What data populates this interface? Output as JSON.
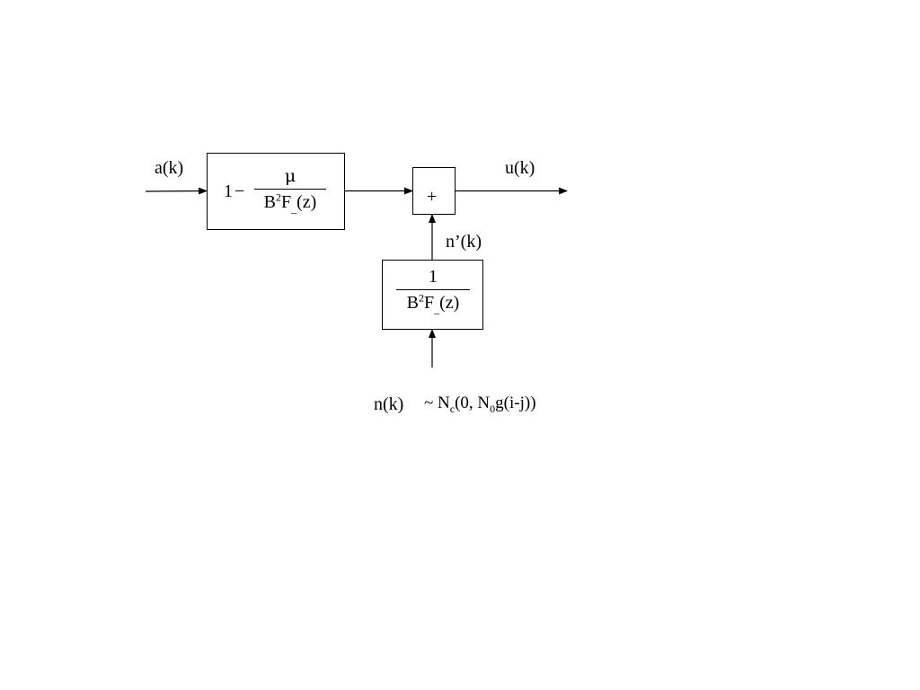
{
  "diagram": {
    "input_label": "a(k)",
    "output_label": "u(k)",
    "intermediate_label": "n’(k)",
    "noise_label": "n(k)",
    "noise_dist": {
      "tilde": "~",
      "N": "N",
      "N_sub": "c",
      "open": "(0, ",
      "N0": "N",
      "N0_sub": "0",
      "rest": "g(i-j))"
    },
    "block_feedforward": {
      "one": "1",
      "minus": "−",
      "numerator": "μ",
      "den_B": "B",
      "den_sup": "2",
      "den_F": "F",
      "den_sub": "_",
      "den_z": "(z)"
    },
    "block_noise_filter": {
      "numerator": "1",
      "den_B": "B",
      "den_sup": "2",
      "den_F": "F",
      "den_sub": "_",
      "den_z": "(z)"
    },
    "summer_symbol": "+"
  }
}
